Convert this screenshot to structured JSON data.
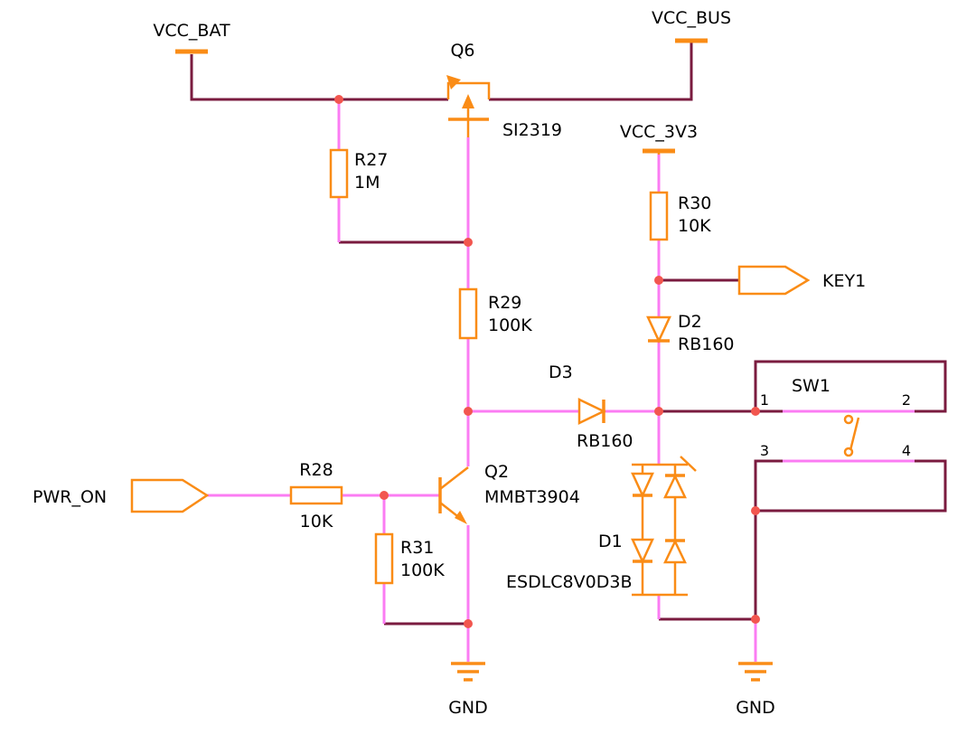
{
  "schematic": {
    "background": "#FFFFFF",
    "colors": {
      "component_outline": "#FA8C16",
      "wire_signal": "#FB7CF3",
      "wire_bus": "#7A1B3F",
      "junction_dot": "#F2564F",
      "label_text": "#000000"
    },
    "power_flags": {
      "vcc_bat": {
        "label": "VCC_BAT"
      },
      "vcc_bus": {
        "label": "VCC_BUS"
      },
      "vcc_3v3": {
        "label": "VCC_3V3"
      }
    },
    "ports": {
      "pwr_on": {
        "label": "PWR_ON"
      },
      "key1": {
        "label": "KEY1"
      }
    },
    "components": {
      "q6": {
        "ref": "Q6",
        "value": "SI2319"
      },
      "r27": {
        "ref": "R27",
        "value": "1M"
      },
      "r29": {
        "ref": "R29",
        "value": "100K"
      },
      "r30": {
        "ref": "R30",
        "value": "10K"
      },
      "r28": {
        "ref": "R28",
        "value": "10K"
      },
      "r31": {
        "ref": "R31",
        "value": "100K"
      },
      "q2": {
        "ref": "Q2",
        "value": "MMBT3904"
      },
      "d3": {
        "ref": "D3",
        "value": "RB160"
      },
      "d2": {
        "ref": "D2",
        "value": "RB160"
      },
      "d1": {
        "ref": "D1",
        "value": "ESDLC8V0D3B"
      },
      "sw1": {
        "ref": "SW1",
        "pins": {
          "p1": "1",
          "p2": "2",
          "p3": "3",
          "p4": "4"
        }
      }
    },
    "grounds": {
      "left": {
        "label": "GND"
      },
      "right": {
        "label": "GND"
      }
    }
  }
}
